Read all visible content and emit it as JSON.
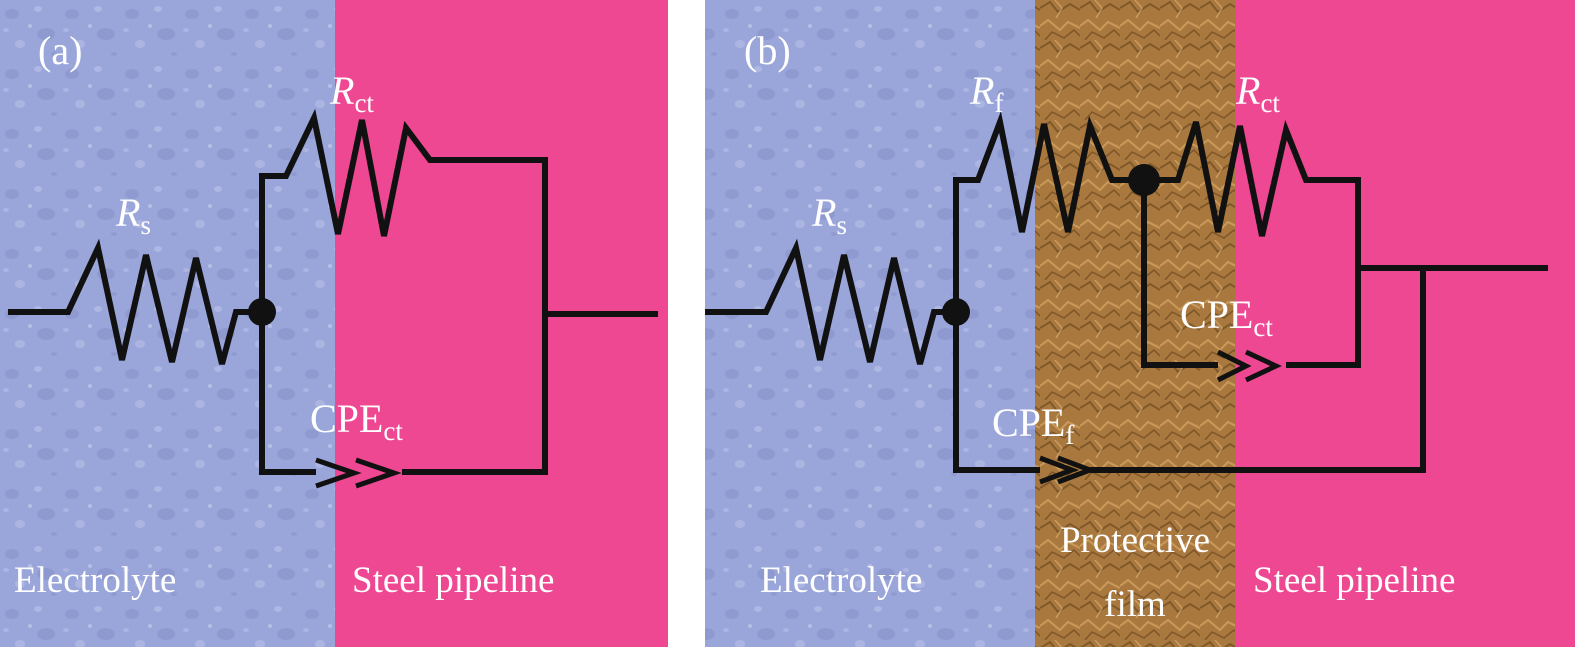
{
  "panel_a": {
    "label": "(a)",
    "left_region": "Electrolyte",
    "right_region": "Steel pipeline",
    "rs": {
      "main": "R",
      "sub": "s"
    },
    "rct": {
      "main": "R",
      "sub": "ct"
    },
    "cpe_ct": {
      "main": "CPE",
      "sub": "ct"
    }
  },
  "panel_b": {
    "label": "(b)",
    "left_region": "Electrolyte",
    "middle_region_line1": "Protective",
    "middle_region_line2": "film",
    "right_region": "Steel pipeline",
    "rs": {
      "main": "R",
      "sub": "s"
    },
    "rf": {
      "main": "R",
      "sub": "f"
    },
    "rct": {
      "main": "R",
      "sub": "ct"
    },
    "cpe_ct": {
      "main": "CPE",
      "sub": "ct"
    },
    "cpe_f": {
      "main": "CPE",
      "sub": "f"
    }
  },
  "colors": {
    "electrolyte": "#9aa6da",
    "steel": "#ef4893",
    "film": "#a9783e",
    "wire": "#111111",
    "text": "#ffffff"
  }
}
